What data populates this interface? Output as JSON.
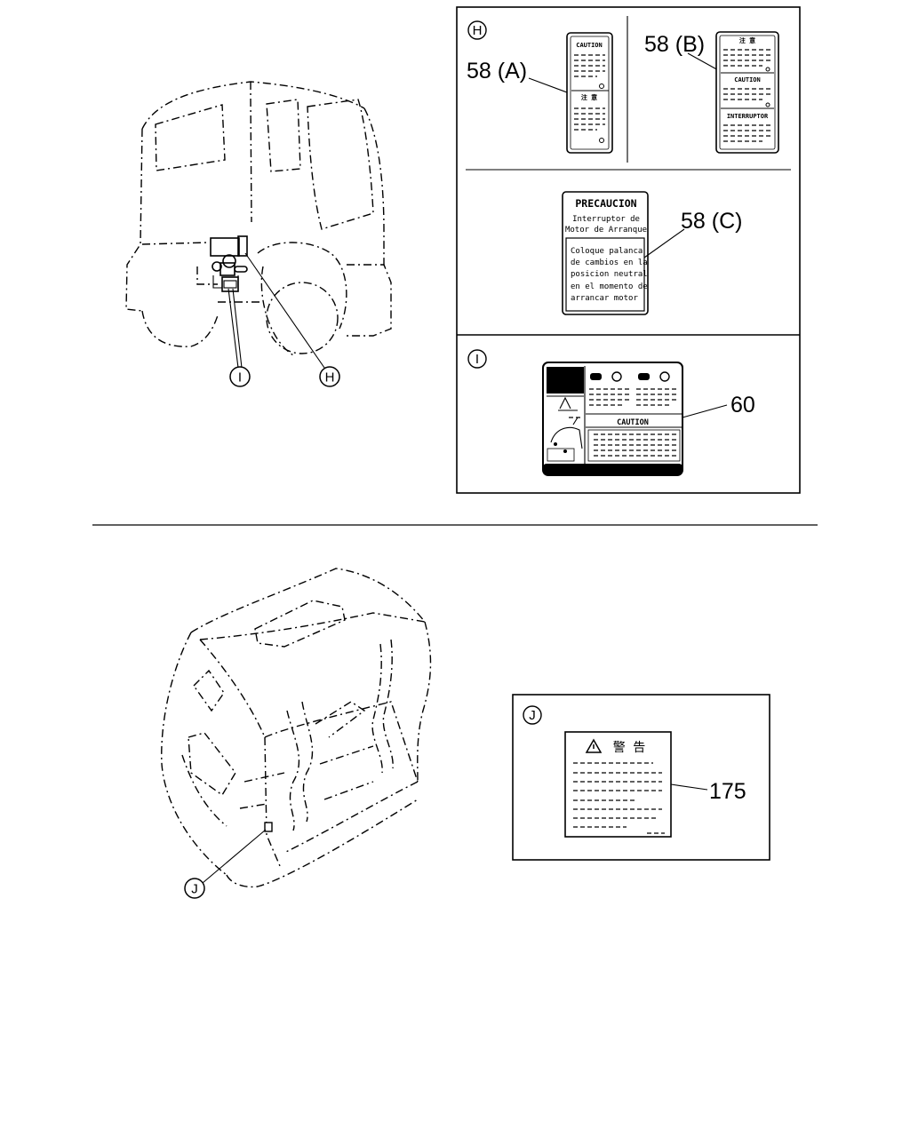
{
  "callouts": {
    "h": "H",
    "i": "I",
    "j": "J"
  },
  "parts": {
    "p58a": "58 (A)",
    "p58b": "58 (B)",
    "p58c": "58 (C)",
    "p60": "60",
    "p175": "175"
  },
  "label_58a": {
    "caution": "CAUTION",
    "kanji": "注 意"
  },
  "label_58b": {
    "kanji": "注 意",
    "caution": "CAUTION",
    "interruptor": "INTERRUPTOR"
  },
  "label_58c": {
    "title": "PRECAUCION",
    "subtitle_lines": [
      "Interruptor de",
      "Motor de Arranque"
    ],
    "body_lines": [
      "Coloque palanca",
      "de cambios en la",
      "posicion neutral",
      "en el momento de",
      "arrancar motor"
    ]
  },
  "label_60": {
    "caution": "CAUTION"
  },
  "label_175": {
    "title": "警 告"
  }
}
